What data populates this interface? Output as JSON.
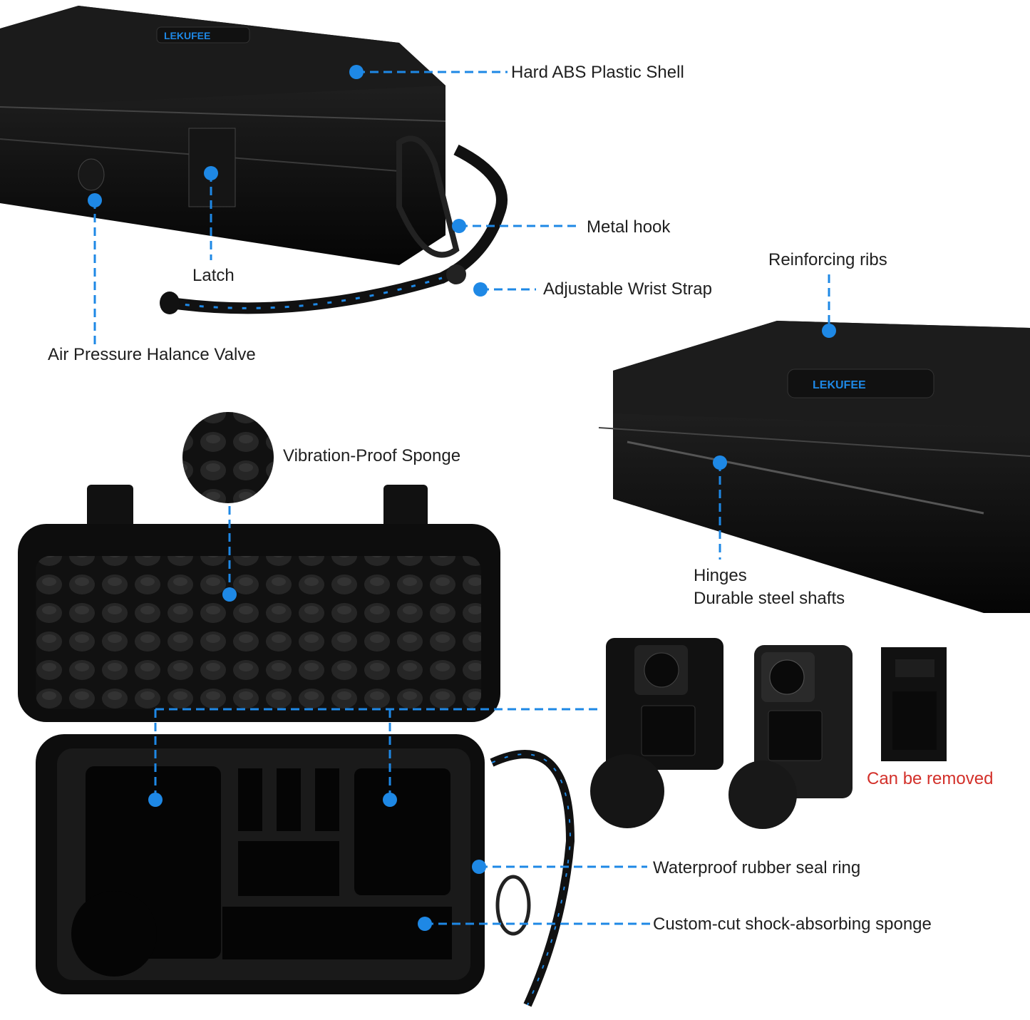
{
  "brand": {
    "logo_text": "LEKUFEE"
  },
  "colors": {
    "accent": "#1e88e5",
    "case": "#0d0d0d",
    "highlight_red": "#d3302a",
    "background": "#ffffff"
  },
  "callouts": {
    "shell": "Hard ABS Plastic Shell",
    "hook": "Metal hook",
    "latch": "Latch",
    "strap": "Adjustable Wrist Strap",
    "valve": "Air Pressure Halance Valve",
    "ribs": "Reinforcing ribs",
    "sponge_lid": "Vibration-Proof Sponge",
    "hinges_title": "Hinges",
    "hinges_sub": "Durable steel shafts",
    "removable": "Can be removed",
    "seal": "Waterproof rubber seal ring",
    "custom_sponge": "Custom-cut shock-absorbing sponge"
  }
}
